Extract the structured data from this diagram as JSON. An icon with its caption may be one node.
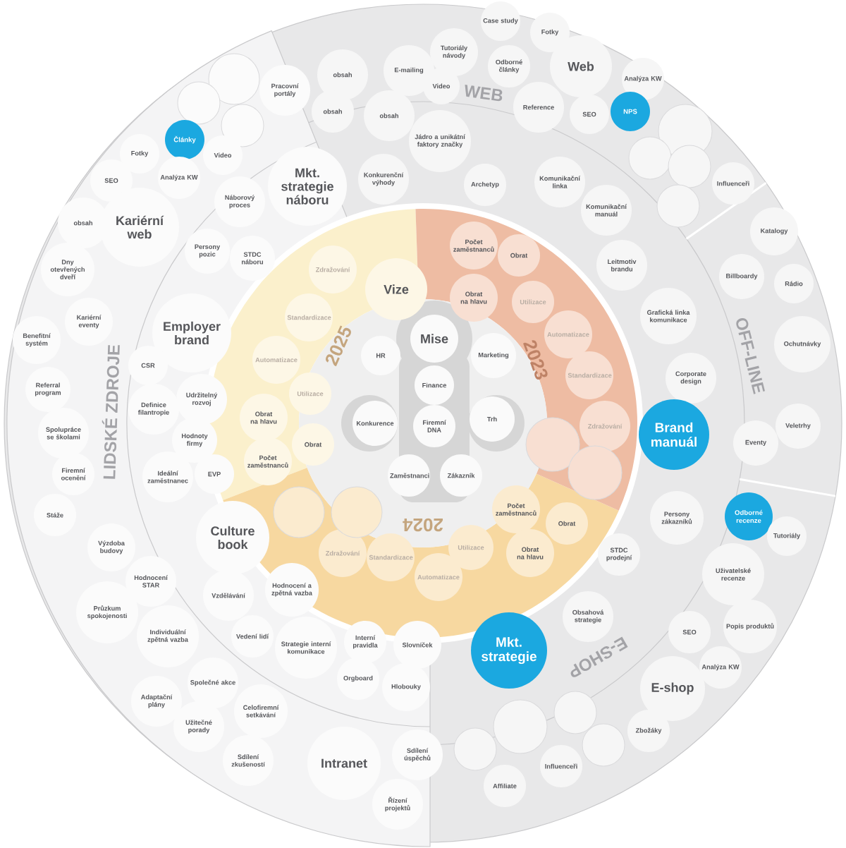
{
  "diagram": {
    "nodes": [
      {
        "text": [
          "obsah"
        ]
      },
      {
        "text": [
          "E-mailing"
        ]
      },
      {
        "text": [
          "Case study"
        ]
      },
      {
        "text": [
          "Fotky"
        ]
      },
      {
        "text": [
          "obsah"
        ]
      },
      {
        "text": [
          "obsah"
        ]
      },
      {
        "text": [
          "Tutoriály návody"
        ]
      },
      {
        "text": [
          "Odborné články"
        ]
      },
      {
        "text": [
          "Web"
        ]
      },
      {
        "text": [
          "Analýza KW"
        ]
      },
      {
        "text": [
          "Video"
        ]
      },
      {
        "text": [
          "Reference"
        ]
      },
      {
        "text": [
          "SEO"
        ]
      },
      {
        "text": [
          "NPS"
        ]
      },
      {
        "text": [],
        "shape": "circle"
      },
      {
        "text": [],
        "shape": "circle"
      },
      {
        "text": [],
        "shape": "circle"
      },
      {
        "text": [
          "Influenceři"
        ]
      },
      {
        "text": [],
        "shape": "circle"
      },
      {
        "text": [
          "Katalogy"
        ]
      },
      {
        "text": [
          "Billboardy"
        ]
      },
      {
        "text": [
          "Rádio"
        ]
      },
      {
        "text": [
          "Ochutnávky"
        ]
      },
      {
        "text": [
          "Veletrhy"
        ]
      },
      {
        "text": [
          "Eventy"
        ]
      },
      {
        "text": [
          "Odborné recenze"
        ]
      },
      {
        "text": [
          "Tutoriály"
        ]
      },
      {
        "text": [
          "Uživatelské recenze"
        ]
      },
      {
        "text": [
          "Popis produktů"
        ]
      },
      {
        "text": [
          "SEO"
        ]
      },
      {
        "text": [
          "Analýza KW"
        ]
      },
      {
        "text": [
          "E-shop"
        ]
      },
      {
        "text": [
          "Zbožáky"
        ]
      },
      {
        "text": [],
        "shape": "circle"
      },
      {
        "text": [],
        "shape": "circle"
      },
      {
        "text": [],
        "shape": "circle"
      },
      {
        "text": [],
        "shape": "circle"
      },
      {
        "text": [
          "Influenceři"
        ]
      },
      {
        "text": [
          "Affiliate"
        ]
      },
      {
        "text": [
          "Jádro a unikátní faktory značky"
        ]
      },
      {
        "text": [
          "Konkurenční výhody"
        ]
      },
      {
        "text": [
          "Archetyp"
        ]
      },
      {
        "text": [
          "Komunikační linka"
        ]
      },
      {
        "text": [
          "Komunikační manuál"
        ]
      },
      {
        "text": [
          "Leitmotiv brandu"
        ]
      },
      {
        "text": [
          "Grafická linka komunikace"
        ]
      },
      {
        "text": [
          "Corporate design"
        ]
      },
      {
        "text": [
          "Brand manuál"
        ]
      },
      {
        "text": [
          "Persony zákazníků"
        ]
      },
      {
        "text": [
          "STDC prodejní"
        ]
      },
      {
        "text": [
          "Obsahová strategie"
        ]
      },
      {
        "text": [
          "Mkt. strategie"
        ]
      },
      {
        "text": [],
        "shape": "circle"
      },
      {
        "text": [
          "Pracovní portály"
        ]
      },
      {
        "text": [],
        "shape": "circle"
      },
      {
        "text": [],
        "shape": "circle"
      },
      {
        "text": [
          "Články"
        ]
      },
      {
        "text": [
          "Fotky"
        ]
      },
      {
        "text": [
          "Video"
        ]
      },
      {
        "text": [
          "SEO"
        ]
      },
      {
        "text": [
          "Analýza KW"
        ]
      },
      {
        "text": [
          "obsah"
        ]
      },
      {
        "text": [
          "Kariérní web"
        ]
      },
      {
        "text": [
          "Dny otevřených dveří"
        ]
      },
      {
        "text": [
          "Kariérní eventy"
        ]
      },
      {
        "text": [
          "Benefitní systém"
        ]
      },
      {
        "text": [
          "Referral program"
        ]
      },
      {
        "text": [
          "Spolupráce se školami"
        ]
      },
      {
        "text": [
          "Firemní ocenění"
        ]
      },
      {
        "text": [
          "Stáže"
        ]
      },
      {
        "text": [
          "Výzdoba budovy"
        ]
      },
      {
        "text": [
          "Hodnocení STAR"
        ]
      },
      {
        "text": [
          "Průzkum spokojenosti"
        ]
      },
      {
        "text": [
          "Individuální zpětná vazba"
        ]
      },
      {
        "text": [
          "Společné akce"
        ]
      },
      {
        "text": [
          "Adaptační plány"
        ]
      },
      {
        "text": [
          "Užitečné porady"
        ]
      },
      {
        "text": [
          "Celofiremní setkávání"
        ]
      },
      {
        "text": [
          "Sdílení zkušeností"
        ]
      },
      {
        "text": [
          "Intranet"
        ]
      },
      {
        "text": [
          "Sdílení úspěchů"
        ]
      },
      {
        "text": [
          "Řízení projektů"
        ]
      },
      {
        "text": [
          "Mkt. strategie náboru"
        ]
      },
      {
        "text": [
          "Náborový proces"
        ]
      },
      {
        "text": [
          "Persony pozic"
        ]
      },
      {
        "text": [
          "STDC náboru"
        ]
      },
      {
        "text": [
          "Employer brand"
        ]
      },
      {
        "text": [
          "CSR"
        ]
      },
      {
        "text": [
          "Udržitelný rozvoj"
        ]
      },
      {
        "text": [
          "Definice filantropie"
        ]
      },
      {
        "text": [
          "Hodnoty firmy"
        ]
      },
      {
        "text": [
          "Ideální zaměstnanec"
        ]
      },
      {
        "text": [
          "EVP"
        ]
      },
      {
        "text": [
          "Culture book"
        ]
      },
      {
        "text": [
          "Vzdělávání"
        ]
      },
      {
        "text": [
          "Hodnocení a zpětná vazba"
        ]
      },
      {
        "text": [
          "Vedení lidí"
        ]
      },
      {
        "text": [
          "Strategie interní komunikace"
        ]
      },
      {
        "text": [
          "Interní pravidla"
        ]
      },
      {
        "text": [
          "Slovníček"
        ]
      },
      {
        "text": [
          "Orgboard"
        ]
      },
      {
        "text": [
          "Hlobouky"
        ]
      },
      {
        "text": [
          "Vize"
        ]
      },
      {
        "text": [
          "Zdražování"
        ]
      },
      {
        "text": [
          "Standardizace"
        ]
      },
      {
        "text": [
          "Automatizace"
        ]
      },
      {
        "text": [
          "Utilizace"
        ]
      },
      {
        "text": [
          "Obrat na hlavu"
        ]
      },
      {
        "text": [
          "Obrat"
        ]
      },
      {
        "text": [
          "Počet zaměstnanců"
        ]
      },
      {
        "text": [
          "Počet zaměstnanců"
        ]
      },
      {
        "text": [
          "Obrat"
        ]
      },
      {
        "text": [
          "Obrat na hlavu"
        ]
      },
      {
        "text": [
          "Utilizace"
        ]
      },
      {
        "text": [
          "Automatizace"
        ]
      },
      {
        "text": [
          "Standardizace"
        ]
      },
      {
        "text": [
          "Zdražování"
        ]
      },
      {
        "text": [],
        "shape": "circle"
      },
      {
        "text": [],
        "shape": "circle"
      },
      {
        "text": [
          "Počet zaměstnanců"
        ]
      },
      {
        "text": [
          "Obrat"
        ]
      },
      {
        "text": [
          "Obrat na hlavu"
        ]
      },
      {
        "text": [
          "Utilizace"
        ]
      },
      {
        "text": [
          "Automatizace"
        ]
      },
      {
        "text": [
          "Standardizace"
        ]
      },
      {
        "text": [
          "Zdražování"
        ]
      },
      {
        "text": [],
        "shape": "circle"
      },
      {
        "text": [],
        "shape": "circle"
      },
      {
        "text": [
          "Mise"
        ]
      },
      {
        "text": [
          "HR"
        ]
      },
      {
        "text": [
          "Marketing"
        ]
      },
      {
        "text": [
          "Finance"
        ]
      },
      {
        "text": [
          "Konkurence"
        ]
      },
      {
        "text": [
          "Trh"
        ]
      },
      {
        "text": [
          "Firemní DNA"
        ]
      },
      {
        "text": [
          "Zaměstnanci"
        ]
      },
      {
        "text": [
          "Zákazník"
        ]
      }
    ],
    "labels": [
      "WEB",
      "2025",
      "2023",
      "OFF-LINE",
      "LIDSKÉ ZDROJE",
      "2024",
      "E-SHOP"
    ]
  }
}
